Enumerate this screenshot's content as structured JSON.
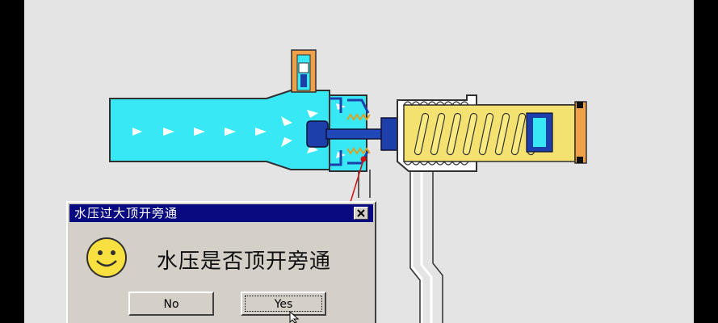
{
  "dialog": {
    "title": "水压过大顶开旁通",
    "message": "水压是否顶开旁通",
    "buttons": {
      "no_label": "No",
      "yes_label": "Yes"
    },
    "icon": "smiley-face-icon",
    "close_icon": "close-x-icon"
  },
  "diagram": {
    "water_color": "#39e8f5",
    "spring_color": "#f4e270",
    "body_color": "#ffffff",
    "fitting_color": "#f0a048",
    "piston_color": "#1c3faa",
    "pointer_color": "#d01010"
  }
}
